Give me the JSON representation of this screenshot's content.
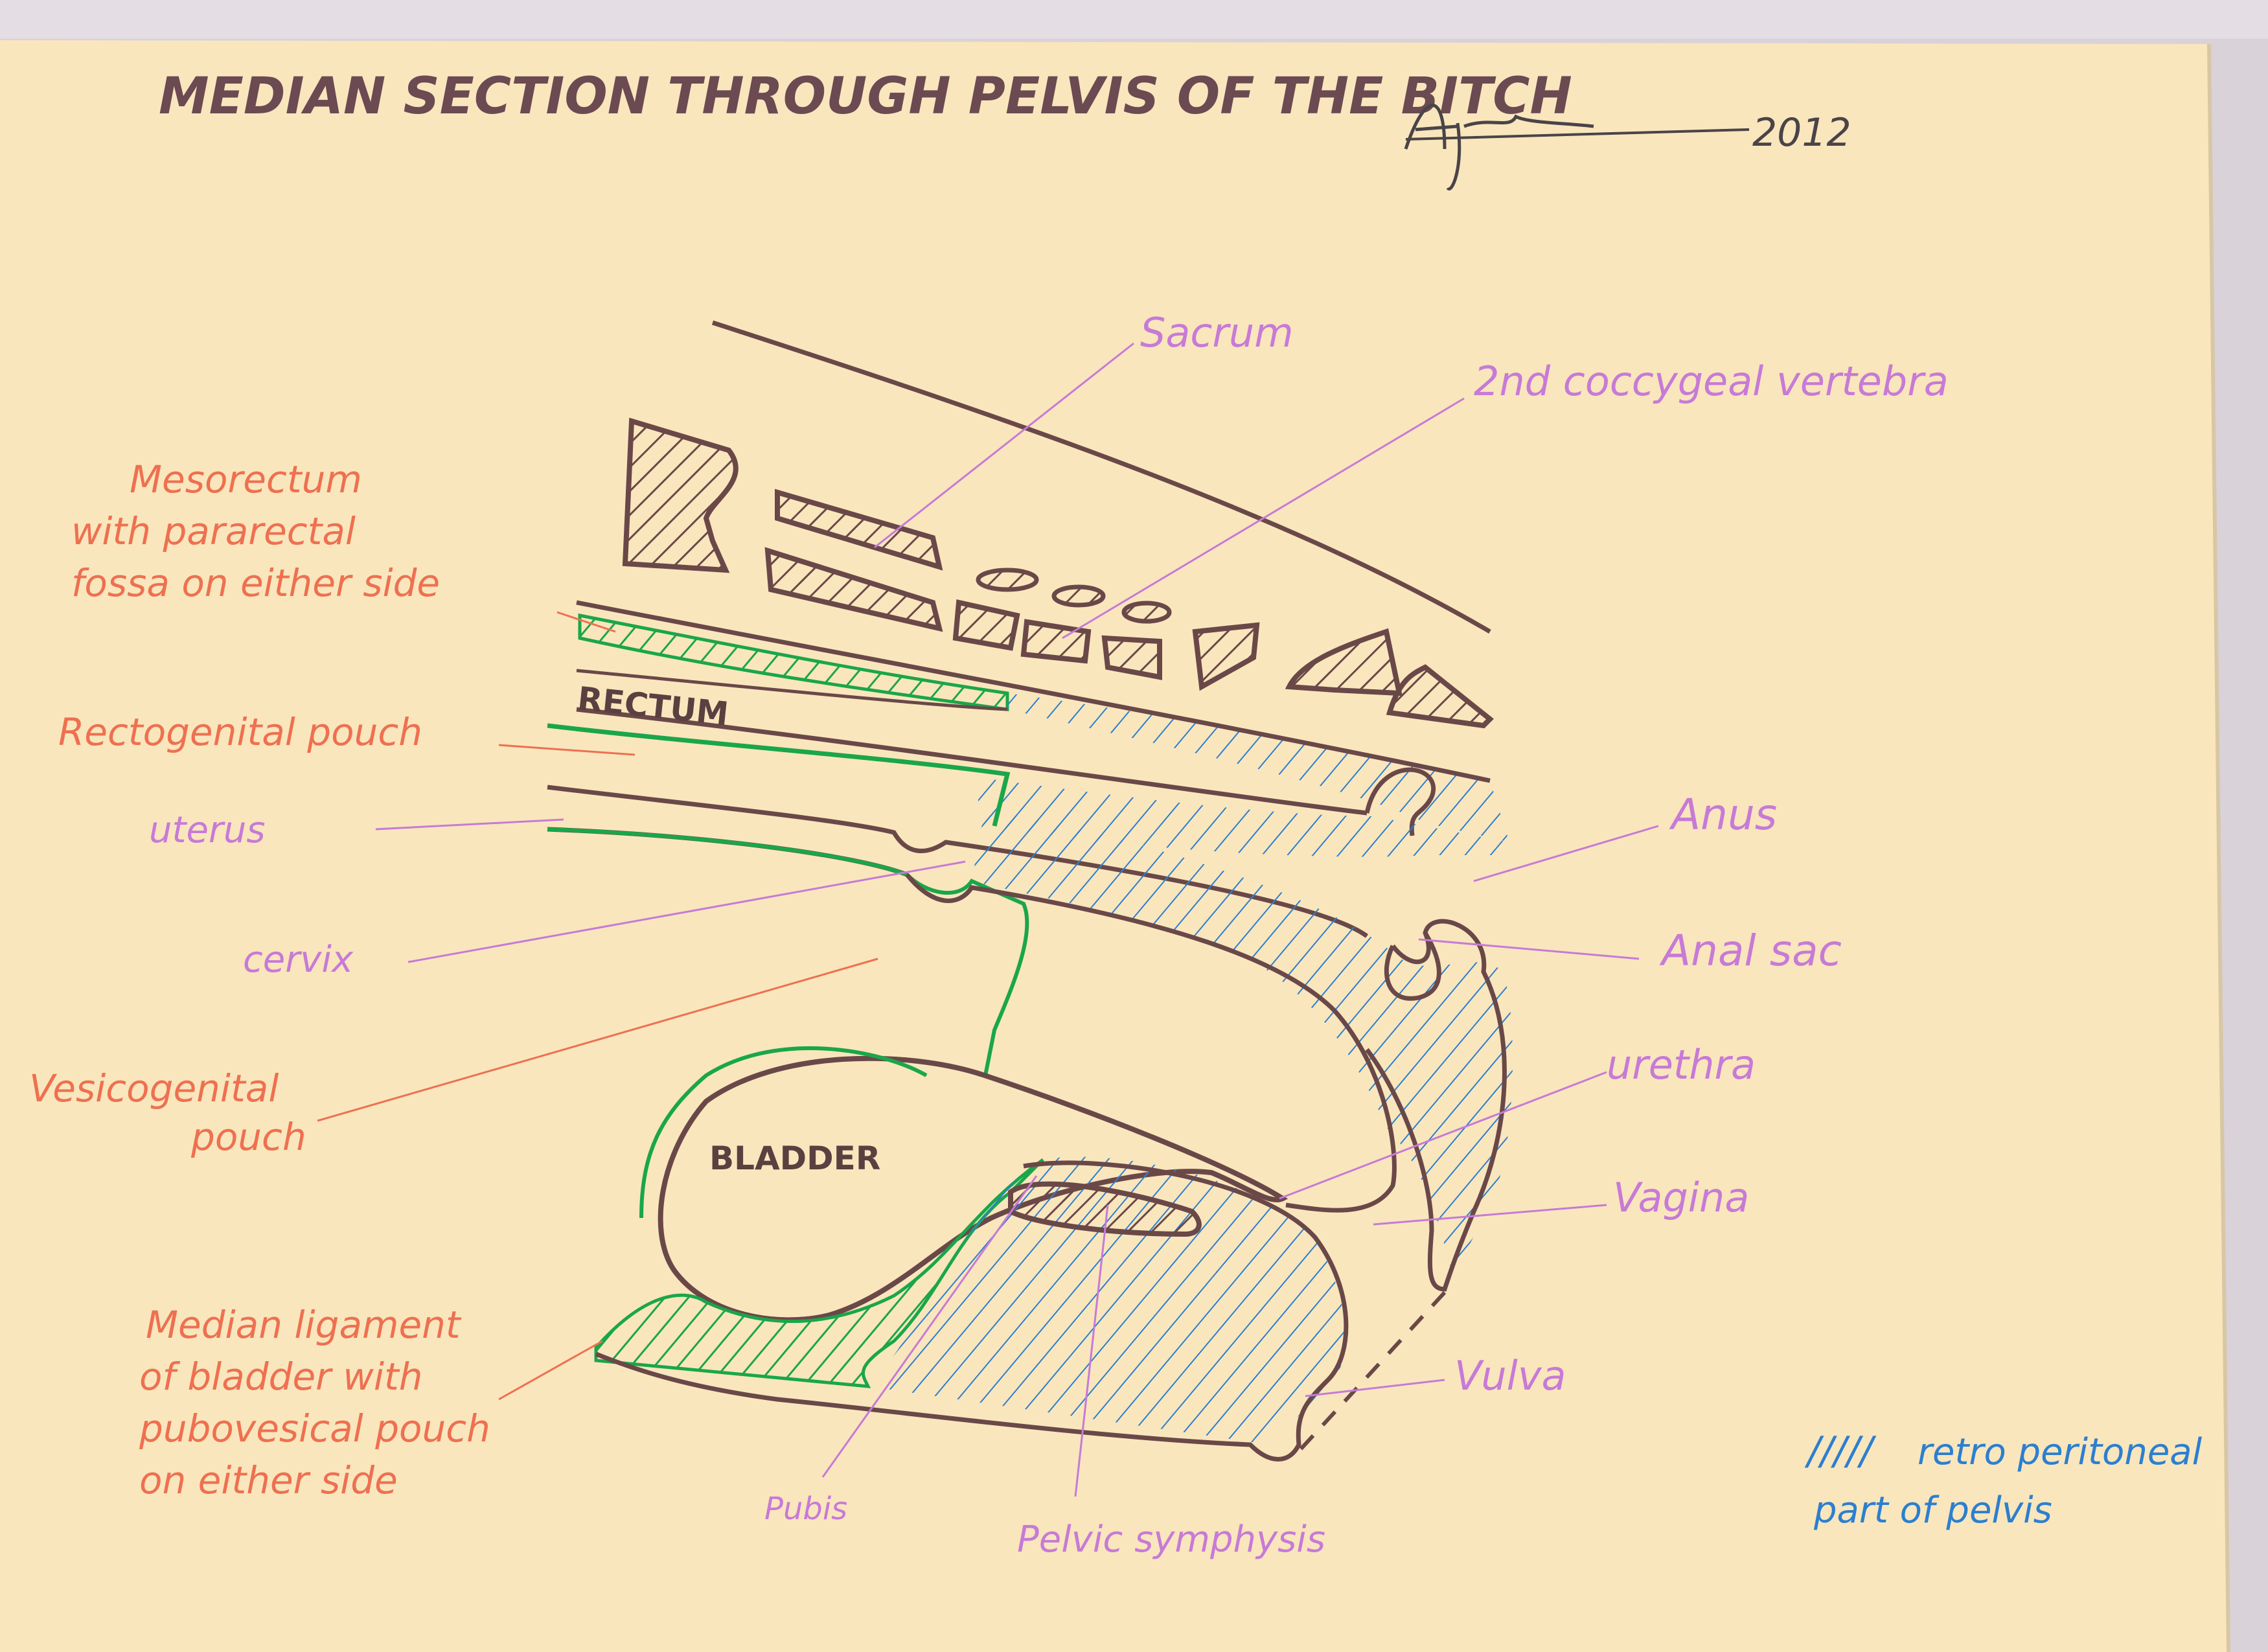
{
  "title": "MEDIAN SECTION THROUGH PELVIS OF THE BITCH",
  "year": "2012",
  "signature": "Ay",
  "colors": {
    "paper": "#f9e6bd",
    "outline": "#6a4848",
    "green": "#1aa64a",
    "blue": "#2c7fcf",
    "purple": "#c77ad6",
    "orange": "#ee7050",
    "title": "#6b4a52"
  },
  "structures": {
    "rectum": "RECTUM",
    "bladder": "BLADDER"
  },
  "labels": {
    "sacrum": "Sacrum",
    "coccygeal": "2nd coccygeal vertebra",
    "mesorectum": [
      "Mesorectum",
      "with pararectal",
      "fossa on either side"
    ],
    "rectogenital": "Rectogenital pouch",
    "uterus": "uterus",
    "cervix": "cervix",
    "vesicogenital": [
      "Vesicogenital",
      "pouch"
    ],
    "median_ligament": [
      "Median ligament",
      "of bladder with",
      "pubovesical pouch",
      "on either side"
    ],
    "anus": "Anus",
    "anal_sac": "Anal sac",
    "urethra": "urethra",
    "vagina": "Vagina",
    "vulva": "Vulva",
    "pubis": "Pubis",
    "pelvic_symphysis": "Pelvic symphysis"
  },
  "legend": {
    "marks": "/////",
    "line1": "retro peritoneal",
    "line2": "part of pelvis"
  }
}
